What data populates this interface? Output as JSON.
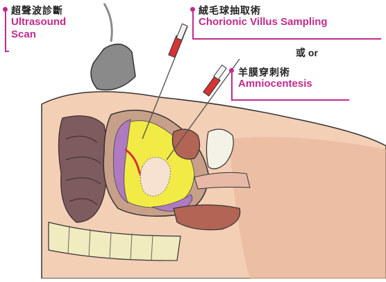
{
  "labels": {
    "ultrasound": {
      "zh": "超聲波診斷",
      "en_line1": "Ultrasound",
      "en_line2": "Scan"
    },
    "cvs": {
      "zh": "絨毛球抽取術",
      "en": "Chorionic Villus Sampling"
    },
    "or": "或 or",
    "amnio": {
      "zh": "羊膜穿刺術",
      "en": "Amniocentesis"
    }
  },
  "colors": {
    "accent": "#c22a8e",
    "skin": "#f3cfb6",
    "skin_shade": "#e6b193",
    "uterus": "#c8a08a",
    "amniotic_fluid": "#f2ea45",
    "placenta": "#b07ac0",
    "intestine": "#7d5b5e",
    "spine": "#f0ecc0",
    "probe": "#8a8a8a",
    "syringe_red": "#d43434"
  }
}
